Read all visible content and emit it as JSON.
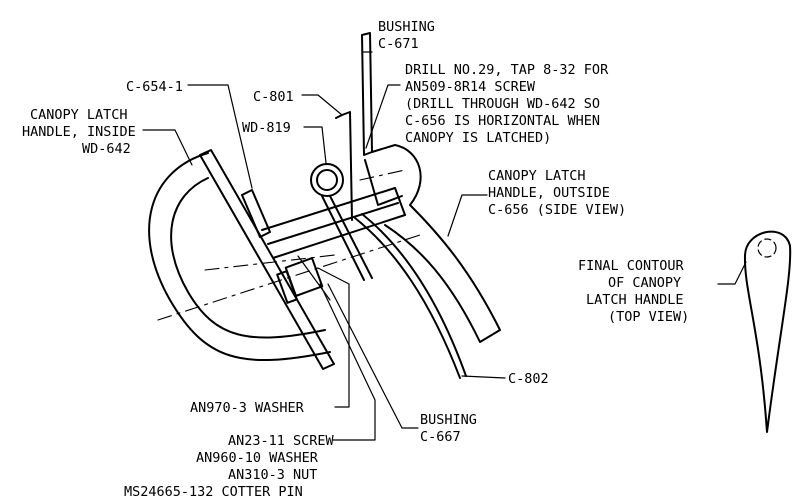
{
  "labels": {
    "bushing_top": [
      "BUSHING",
      "C-671"
    ],
    "drill_note": [
      "DRILL NO.29, TAP 8-32 FOR",
      "AN509-8R14 SCREW",
      "(DRILL THROUGH WD-642 SO",
      "C-656 IS HORIZONTAL WHEN",
      "CANOPY IS LATCHED)"
    ],
    "c654": "C-654-1",
    "c801": "C-801",
    "wd819": "WD-819",
    "inside_handle": [
      "CANOPY LATCH",
      "HANDLE, INSIDE",
      "WD-642"
    ],
    "outside_handle": [
      "CANOPY LATCH",
      "HANDLE, OUTSIDE",
      "C-656 (SIDE VIEW)"
    ],
    "final_contour": [
      "FINAL CONTOUR",
      "OF CANOPY",
      "LATCH HANDLE",
      "(TOP VIEW)"
    ],
    "c802": "C-802",
    "washer_an970": "AN970-3 WASHER",
    "bushing_bottom": [
      "BUSHING",
      "C-667"
    ],
    "hardware_stack": [
      "AN23-11 SCREW",
      "AN960-10 WASHER",
      "AN310-3 NUT",
      "MS24665-132 COTTER PIN"
    ]
  }
}
